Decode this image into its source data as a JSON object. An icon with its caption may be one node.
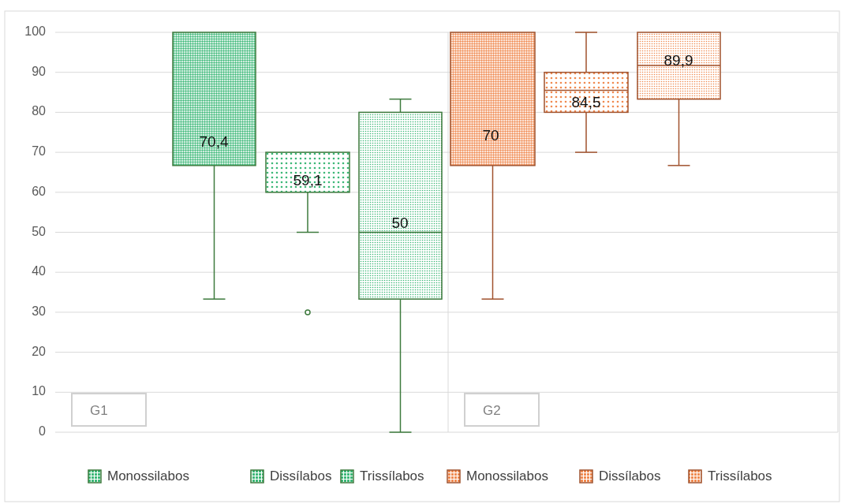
{
  "diagram": {
    "nodes": [
      {
        "text": [
          "G1"
        ]
      },
      {
        "text": [
          "G2"
        ]
      }
    ],
    "edges": [],
    "labels": [
      "100",
      "90",
      "80",
      "70",
      "60",
      "50",
      "40",
      "30",
      "20",
      "10",
      "0",
      "70,4",
      "59,1",
      "50",
      "70",
      "84,5",
      "89,9"
    ],
    "legend": [
      {
        "text": "Monossilabos",
        "color": "#3cb878"
      },
      {
        "text": "Dissílabos",
        "color": "#3cb878"
      },
      {
        "text": "Trissílabos",
        "color": "#3cb878"
      },
      {
        "text": "Monossilabos",
        "color": "#f08a50"
      },
      {
        "text": "Dissílabos",
        "color": "#f08a50"
      },
      {
        "text": "Trissílabos",
        "color": "#f08a50"
      }
    ]
  }
}
